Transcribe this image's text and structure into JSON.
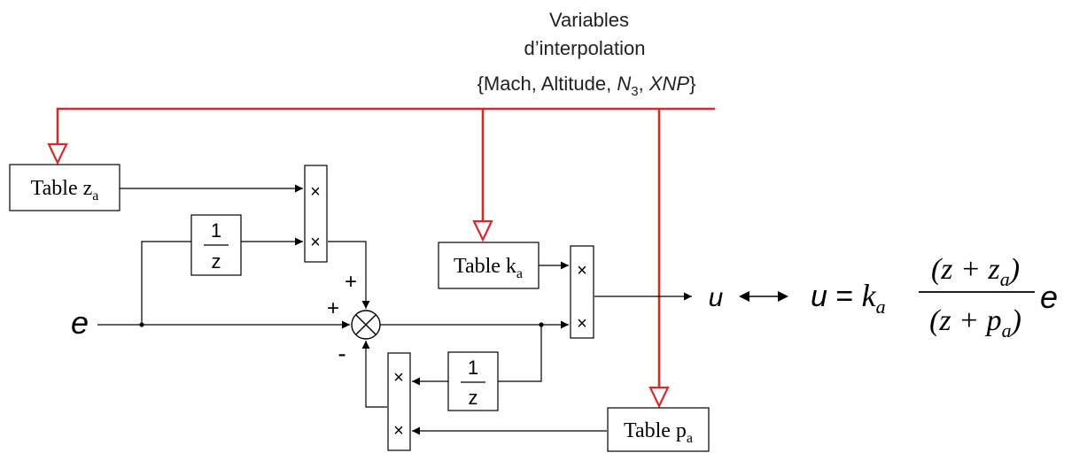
{
  "header": {
    "line1": "Variables",
    "line2": "d’interpolation",
    "vars_open": "{Mach, Altitude, ",
    "n_symbol": "N",
    "n_sub": "3",
    "comma": ", ",
    "xnp": "XNP",
    "vars_close": "}"
  },
  "tables": {
    "za": {
      "label": "Table z",
      "sub": "a"
    },
    "ka": {
      "label": "Table k",
      "sub": "a"
    },
    "pa": {
      "label": "Table p",
      "sub": "a"
    }
  },
  "delay": {
    "num": "1",
    "den": "z"
  },
  "multiplier": {
    "symbol": "×"
  },
  "sum": {
    "plus_top": "+",
    "plus_left": "+",
    "minus": "-"
  },
  "signals": {
    "input": "e",
    "output": "u"
  },
  "formula": {
    "lhs": "u",
    "eq": " = ",
    "k": "k",
    "k_sub": "a",
    "num_open": "(z + z",
    "num_sub": "a",
    "num_close": ")",
    "den_open": "(z + p",
    "den_sub": "a",
    "den_close": ")",
    "tail": "e"
  },
  "colors": {
    "signal_line": "#000000",
    "interpolation_line": "#d42a2a"
  }
}
